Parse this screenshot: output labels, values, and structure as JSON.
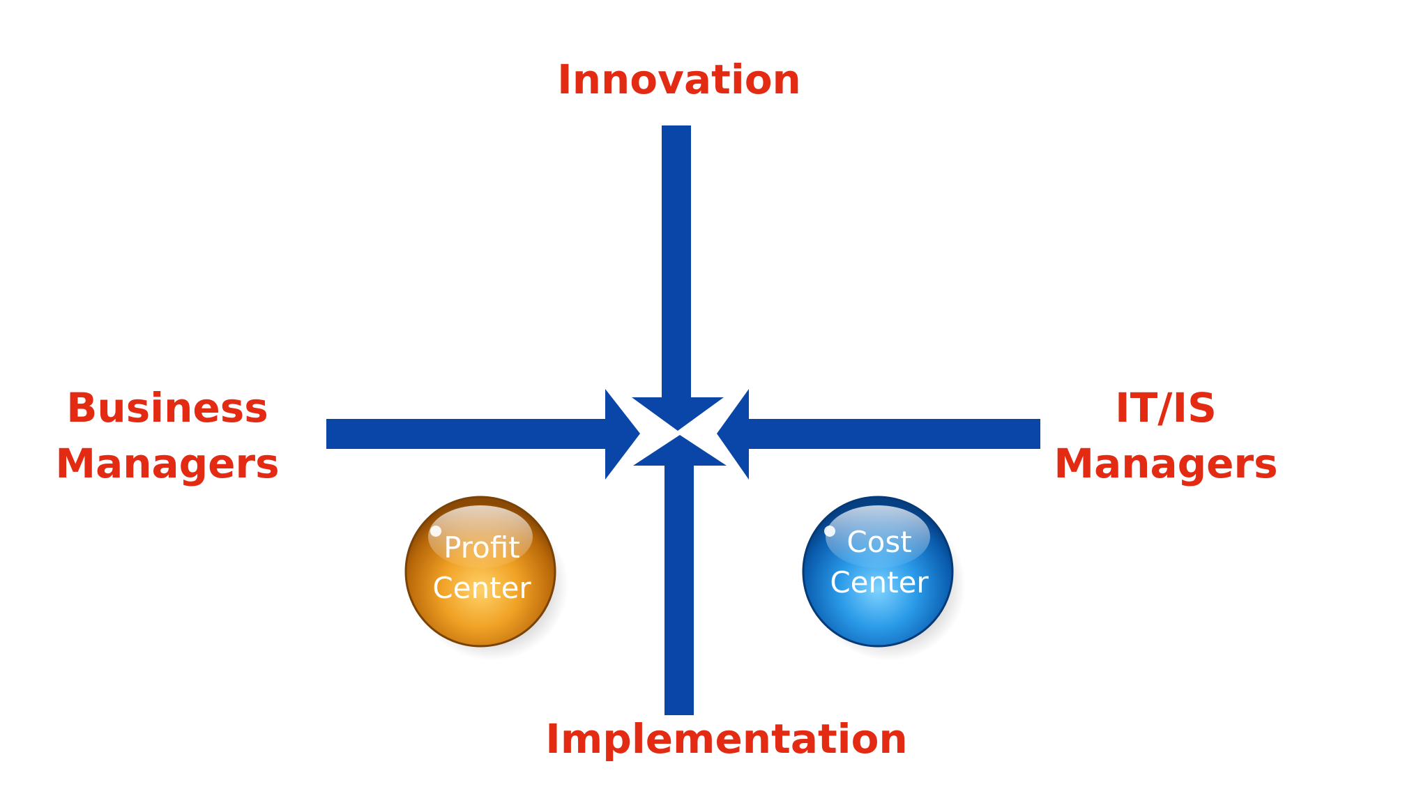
{
  "diagram": {
    "top_label": "Innovation",
    "bottom_label": "Implementation",
    "left_label_line1": "Business",
    "left_label_line2": "Managers",
    "right_label_line1": "IT/IS",
    "right_label_line2": "Managers",
    "profit_sphere_line1": "Profit",
    "profit_sphere_line2": "Center",
    "cost_sphere_line1": "Cost",
    "cost_sphere_line2": "Center"
  },
  "colors": {
    "label": "#e32a12",
    "axis": "#0a45a8",
    "profit_sphere": "#e08a12",
    "cost_sphere": "#1a8ad8"
  }
}
